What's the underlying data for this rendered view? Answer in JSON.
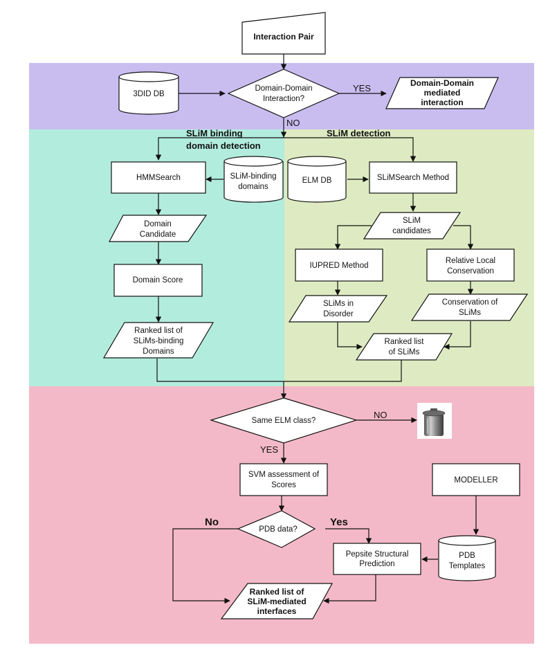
{
  "colors": {
    "purple_region": "#c9bdf0",
    "teal_region": "#b2ecdc",
    "green_region": "#deebc2",
    "pink_region": "#f4b9c8",
    "node_fill": "#ffffff",
    "line": "#111111"
  },
  "sections": {
    "slim_binding_line1": "SLiM binding",
    "slim_binding_line2": "domain detection",
    "slim_detection": "SLiM detection"
  },
  "nodes": {
    "interaction_pair": "Interaction Pair",
    "db_3did": "3DID DB",
    "dd_decision": [
      "Domain-Domain",
      "Interaction?"
    ],
    "dd_mediated": [
      "Domain-Domain",
      "mediated",
      "interaction"
    ],
    "hmmsearch": "HMMSearch",
    "slim_binding_domains_db": [
      "SLiM-binding",
      "domains"
    ],
    "elm_db": "ELM DB",
    "slimsearch": "SLiMSearch Method",
    "domain_candidate": [
      "Domain",
      "Candidate"
    ],
    "slim_candidates": [
      "SLiM",
      "candidates"
    ],
    "domain_score": "Domain Score",
    "iupred": "IUPRED Method",
    "relative_local_conservation": [
      "Relative Local",
      "Conservation"
    ],
    "slims_in_disorder": [
      "SLiMs in",
      "Disorder"
    ],
    "conservation_of_slims": [
      "Conservation of",
      "SLiMs"
    ],
    "ranked_slim_binding_domains": [
      "Ranked list of",
      "SLiMs-binding",
      "Domains"
    ],
    "ranked_slims": [
      "Ranked list",
      "of SLiMs"
    ],
    "same_elm_decision": "Same ELM class?",
    "trash_icon": "trash-can",
    "svm": [
      "SVM assessment of",
      "Scores"
    ],
    "modeller": "MODELLER",
    "pdb_decision": "PDB data?",
    "pepsite": [
      "Pepsite Structural",
      "Prediction"
    ],
    "pdb_templates_db": [
      "PDB",
      "Templates"
    ],
    "ranked_interfaces": [
      "Ranked list of",
      "SLiM-mediated",
      "interfaces"
    ]
  },
  "edge_labels": {
    "dd_yes": "YES",
    "dd_no": "NO",
    "elm_no": "NO",
    "elm_yes": "YES",
    "pdb_no": "No",
    "pdb_yes": "Yes"
  }
}
